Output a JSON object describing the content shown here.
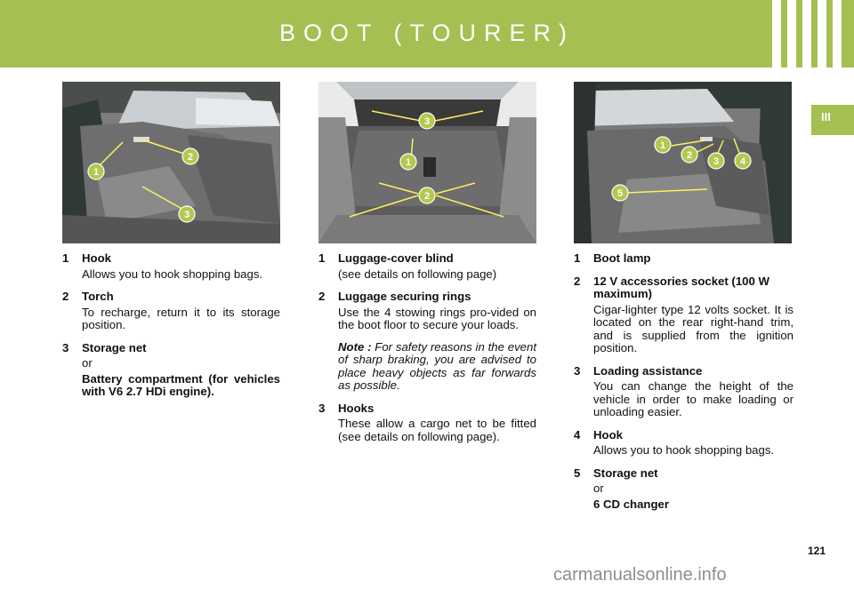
{
  "page": {
    "title": "BOOT (TOURER)",
    "chapter": "III",
    "page_number": "121",
    "watermark": "carmanualsonline.info"
  },
  "colors": {
    "accent": "#a5bf52",
    "callout_fill": "#b3c94e",
    "callout_line": "#fff15a"
  },
  "photos": [
    {
      "callouts": [
        "1",
        "2",
        "3"
      ]
    },
    {
      "callouts": [
        "3",
        "1",
        "2"
      ]
    },
    {
      "callouts": [
        "1",
        "2",
        "3",
        "4",
        "5"
      ]
    }
  ],
  "columns": [
    {
      "items": [
        {
          "n": "1",
          "head": "Hook",
          "desc": "Allows you to hook shopping bags."
        },
        {
          "n": "2",
          "head": "Torch",
          "desc": "To recharge, return it to its storage position."
        },
        {
          "n": "3",
          "head": "Storage net",
          "desc": "or",
          "bold": "Battery compartment (for vehicles with V6 2.7 HDi engine)."
        }
      ]
    },
    {
      "items": [
        {
          "n": "1",
          "head": "Luggage-cover blind",
          "desc": "(see details on following page)"
        },
        {
          "n": "2",
          "head": "Luggage securing rings",
          "desc": "Use the 4 stowing rings pro-vided on the boot floor to secure your loads.",
          "note_label": "Note :",
          "note": "For safety reasons in the event of sharp braking, you are advised to place heavy objects as far forwards as possible."
        },
        {
          "n": "3",
          "head": "Hooks",
          "desc": "These allow a cargo net to be fitted (see details on following page)."
        }
      ]
    },
    {
      "items": [
        {
          "n": "1",
          "head": "Boot lamp"
        },
        {
          "n": "2",
          "head": "12 V accessories socket (100 W maximum)",
          "desc": "Cigar-lighter type 12 volts socket. It is located on the rear right-hand trim, and is supplied from the ignition position."
        },
        {
          "n": "3",
          "head": "Loading assistance",
          "desc": "You can change the height of the vehicle in order to make loading or unloading easier."
        },
        {
          "n": "4",
          "head": "Hook",
          "desc": "Allows you to hook shopping bags."
        },
        {
          "n": "5",
          "head": "Storage net",
          "desc": "or",
          "bold": "6 CD changer"
        }
      ]
    }
  ]
}
